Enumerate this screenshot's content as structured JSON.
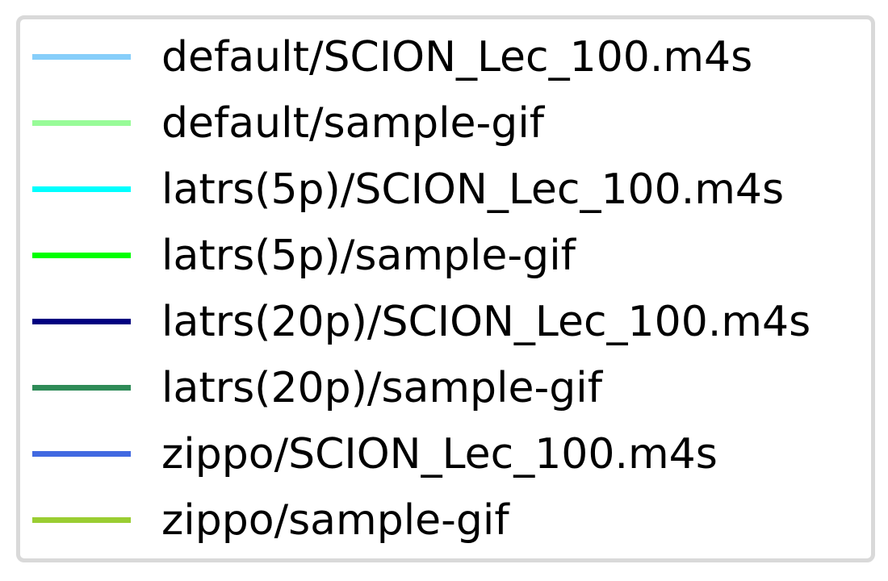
{
  "chart_data": {
    "type": "line",
    "title": "",
    "xlabel": "",
    "ylabel": "",
    "legend_position": "full-frame",
    "series": [
      {
        "name": "default/SCION_Lec_100.m4s",
        "color": "#87cefa",
        "values": []
      },
      {
        "name": "default/sample-gif",
        "color": "#98fb98",
        "values": []
      },
      {
        "name": "latrs(5p)/SCION_Lec_100.m4s",
        "color": "#00ffff",
        "values": []
      },
      {
        "name": "latrs(5p)/sample-gif",
        "color": "#00ff00",
        "values": []
      },
      {
        "name": "latrs(20p)/SCION_Lec_100.m4s",
        "color": "#000080",
        "values": []
      },
      {
        "name": "latrs(20p)/sample-gif",
        "color": "#2e8b57",
        "values": []
      },
      {
        "name": "zippo/SCION_Lec_100.m4s",
        "color": "#4169e1",
        "values": []
      },
      {
        "name": "zippo/sample-gif",
        "color": "#9acd32",
        "values": []
      }
    ]
  }
}
